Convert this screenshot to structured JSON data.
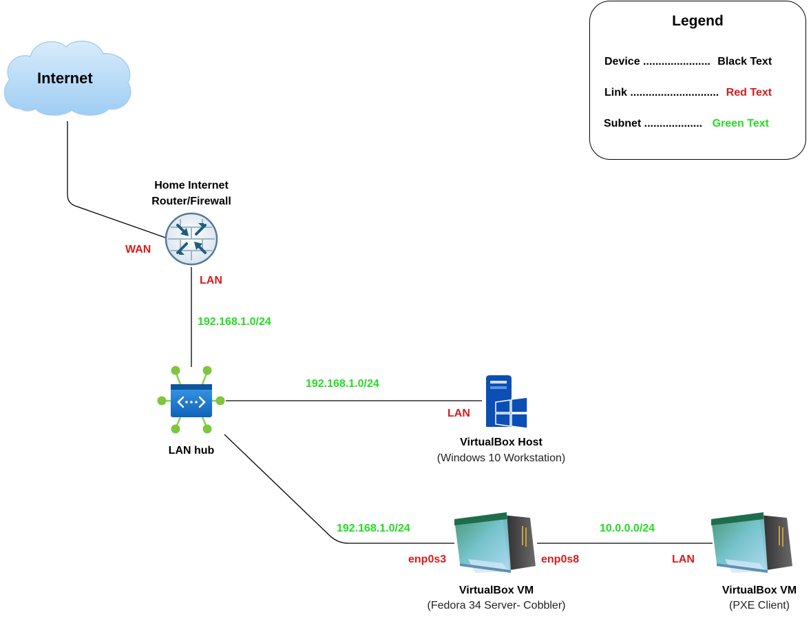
{
  "colors": {
    "device_text": "#000000",
    "link_text": "#d81b1b",
    "subnet_text": "#22dd22",
    "line": "#000000",
    "cloud_fill": "#b9dcf7",
    "hub_blue": "#1c7fd6",
    "hub_node": "#7ec63d",
    "server_blue": "#0b4fb5"
  },
  "legend": {
    "title": "Legend",
    "rows": [
      {
        "label": "Device ......................",
        "value": "Black Text",
        "value_color": "#000000"
      },
      {
        "label": "Link .............................",
        "value": "Red Text",
        "value_color": "#d81b1b"
      },
      {
        "label": "Subnet ...................",
        "value": "Green Text",
        "value_color": "#22dd22"
      }
    ]
  },
  "nodes": {
    "internet": {
      "label": "Internet",
      "icon": "cloud-icon"
    },
    "router": {
      "label_line1": "Home Internet",
      "label_line2": "Router/Firewall",
      "icon": "firewall-router-icon"
    },
    "hub": {
      "label": "LAN hub",
      "icon": "network-hub-icon"
    },
    "host": {
      "label": "VirtualBox Host",
      "sublabel": "(Windows 10 Workstation)",
      "icon": "windows-server-icon"
    },
    "vm_cobbler": {
      "label": "VirtualBox VM",
      "sublabel": "(Fedora 34 Server- Cobbler)",
      "icon": "virtual-machine-icon"
    },
    "vm_client": {
      "label": "VirtualBox VM",
      "sublabel": "(PXE Client)",
      "icon": "virtual-machine-icon"
    }
  },
  "links": {
    "router_wan": "WAN",
    "router_lan": "LAN",
    "host_lan": "LAN",
    "cobbler_enp0s3": "enp0s3",
    "cobbler_enp0s8": "enp0s8",
    "client_lan": "LAN"
  },
  "subnets": {
    "router_hub": "192.168.1.0/24",
    "hub_host": "192.168.1.0/24",
    "hub_cobbler": "192.168.1.0/24",
    "cobbler_client": "10.0.0.0/24"
  }
}
